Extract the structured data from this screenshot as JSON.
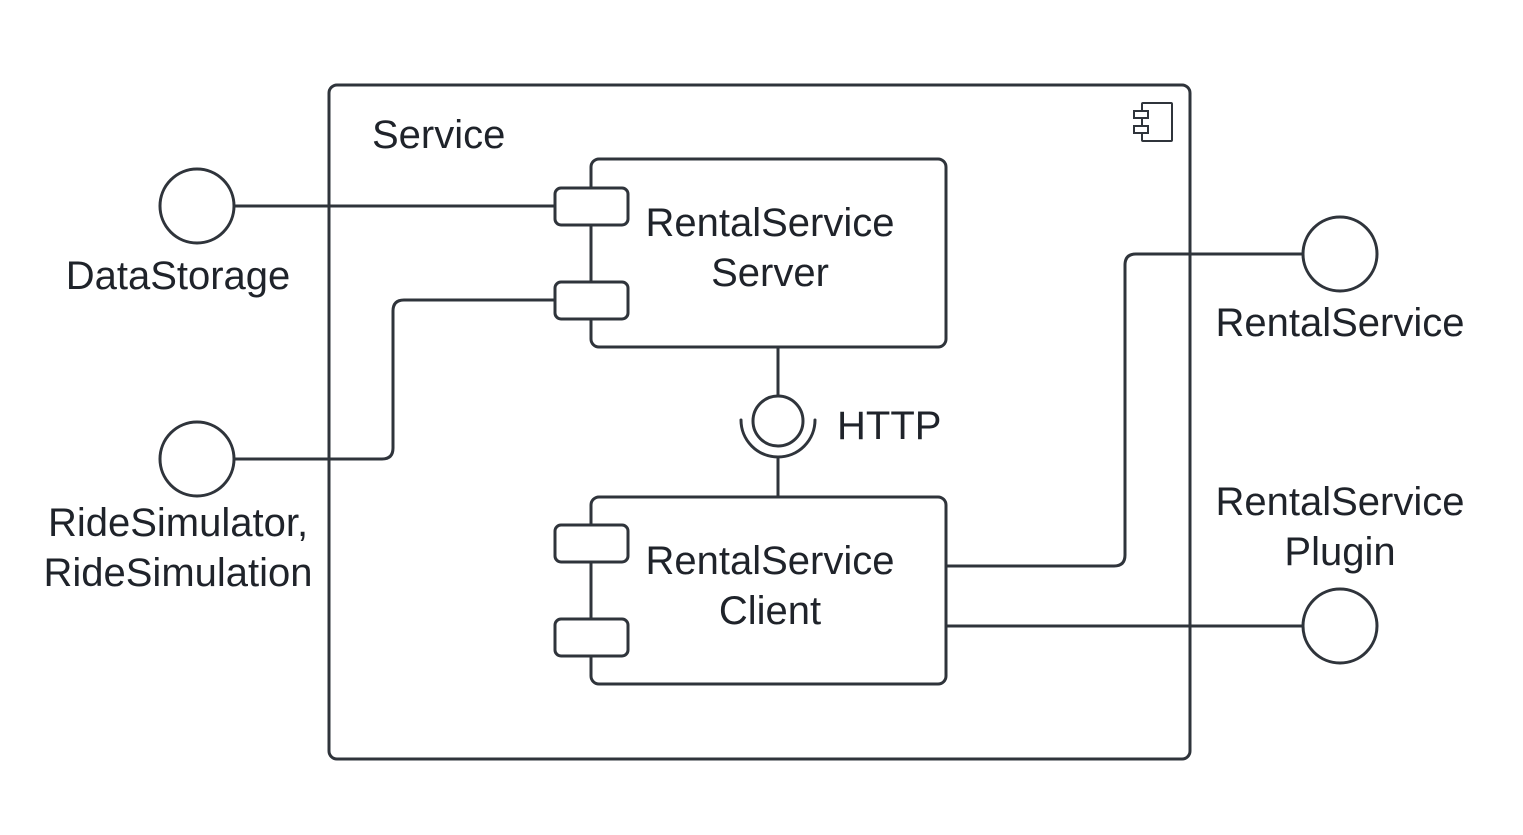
{
  "diagram": {
    "container": {
      "title": "Service",
      "icon": "component-icon"
    },
    "components": {
      "server": {
        "line1": "RentalService",
        "line2": "Server"
      },
      "client": {
        "line1": "RentalService",
        "line2": "Client"
      }
    },
    "interfaces": {
      "data_storage": "DataStorage",
      "ride_sim_line1": "RideSimulator,",
      "ride_sim_line2": "RideSimulation",
      "http": "HTTP",
      "rental_service": "RentalService",
      "plugin_line1": "RentalService",
      "plugin_line2": "Plugin"
    },
    "colors": {
      "stroke": "#2f343b",
      "background": "#ffffff",
      "text": "#1f232a"
    }
  }
}
